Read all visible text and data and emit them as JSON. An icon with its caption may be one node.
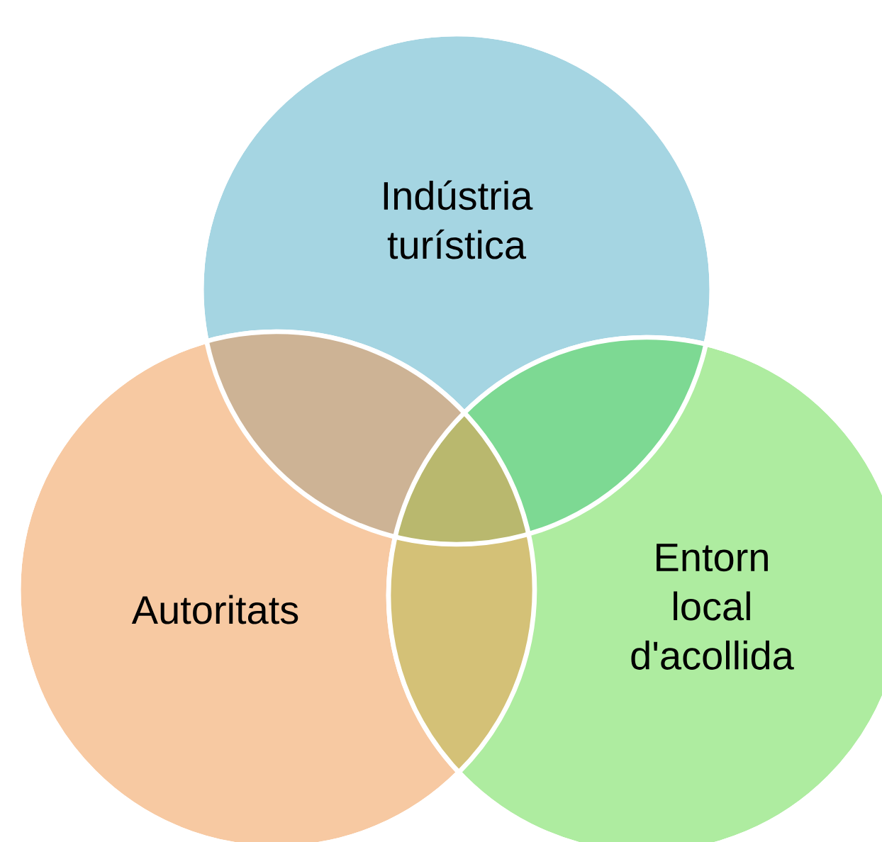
{
  "diagram": {
    "nodes": [
      {
        "text": [
          "Indústria turística"
        ]
      },
      {
        "text": [
          "Autoritats"
        ]
      },
      {
        "text": [
          "Entorn local d'acollida"
        ]
      }
    ]
  }
}
